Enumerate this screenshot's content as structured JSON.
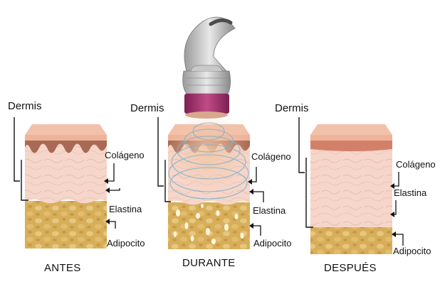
{
  "panels": [
    {
      "stage_label": "ANTES",
      "dermis_label": "Dermis",
      "collagen_label": "Colágeno",
      "elastin_label": "Elastina",
      "adipocyte_label": "Adipocito"
    },
    {
      "stage_label": "DURANTE",
      "dermis_label": "Dermis",
      "collagen_label": "Colágeno",
      "elastin_label": "Elastina",
      "adipocyte_label": "Adipocito"
    },
    {
      "stage_label": "DESPUÉS",
      "dermis_label": "Dermis",
      "collagen_label": "Colágeno",
      "elastin_label": "Elastina",
      "adipocyte_label": "Adipocito"
    }
  ],
  "colors": {
    "epidermis": "#eeb39a",
    "dermal_papillae": "#a86a55",
    "dermis": "#f6d3c6",
    "fat": "#d9b260",
    "handpiece_band": "#a0306a",
    "waves": "#7fb3cc"
  }
}
